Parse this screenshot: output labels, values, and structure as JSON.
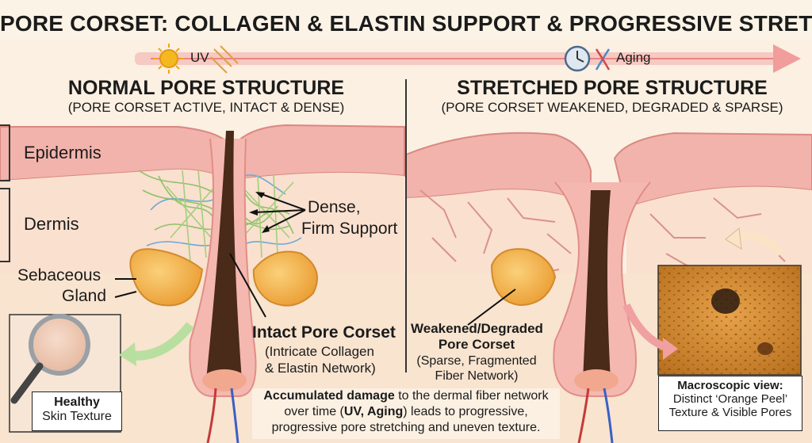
{
  "title": "PORE CORSET: COLLAGEN & ELASTIN SUPPORT & PROGRESSIVE STRETCHING.",
  "timeline": {
    "uv_label": "UV",
    "aging_label": "Aging"
  },
  "left": {
    "heading": "NORMAL PORE STRUCTURE",
    "subheading": "(PORE CORSET ACTIVE, INTACT & DENSE)",
    "layer_epidermis": "Epidermis",
    "layer_dermis": "Dermis",
    "gland_line1": "Sebaceous",
    "gland_line2": "Gland",
    "support_line1": "Dense,",
    "support_line2": "Firm Support",
    "corset_title": "Intact Pore Corset",
    "corset_line1": "(Intricate Collagen",
    "corset_line2": "& Elastin Network)",
    "inset_line1": "Healthy",
    "inset_line2": "Skin Texture"
  },
  "right": {
    "heading": "STRETCHED PORE STRUCTURE",
    "subheading": "(PORE CORSET WEAKENED, DEGRADED & SPARSE)",
    "corset_title1": "Weakened/Degraded",
    "corset_title2": "Pore Corset",
    "corset_line1": "(Sparse, Fragmented",
    "corset_line2": "Fiber Network)",
    "inset_line1": "Macroscopic view:",
    "inset_line2": "Distinct ‘Orange Peel’",
    "inset_line3": "Texture & Visible Pores"
  },
  "caption": {
    "bold_part": "Accumulated damage",
    "line1_rest": " to the dermal fiber network",
    "line2_a": "over time (",
    "line2_bold": "UV, Aging",
    "line2_b": ") leads to progressive,",
    "line3": "progressive pore stretching and uneven texture."
  },
  "colors": {
    "epidermis": "#f1b3ab",
    "dermis": "#fbe4d2",
    "fiber_green": "#8fc06a",
    "fiber_blue": "#6aa8d8",
    "gland": "#f4b04c",
    "hair": "#4a2a18",
    "arrow_pink": "#f0a0a0",
    "arrow_green": "#b9dfa0"
  },
  "icons": [
    "sun-icon",
    "uv-rays-icon",
    "clock-icon",
    "dna-icon",
    "magnifier-icon"
  ]
}
